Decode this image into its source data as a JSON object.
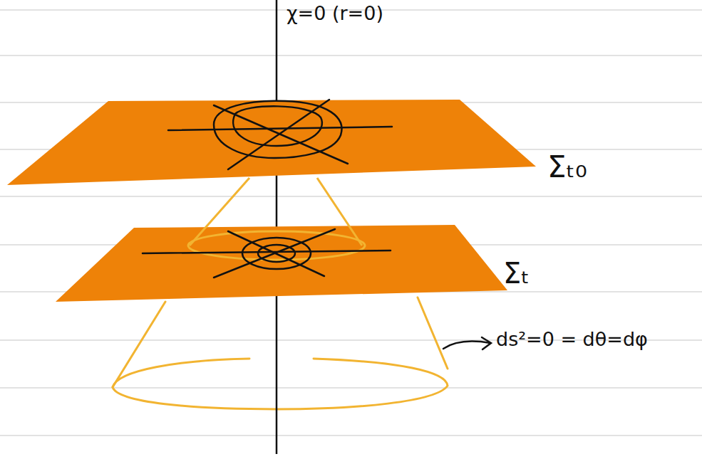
{
  "diagram": {
    "labels": [
      "χ=0 (r=0)",
      "Σₜ₀",
      "Σₜ",
      "ds²=0 = dθ=dφ"
    ]
  }
}
